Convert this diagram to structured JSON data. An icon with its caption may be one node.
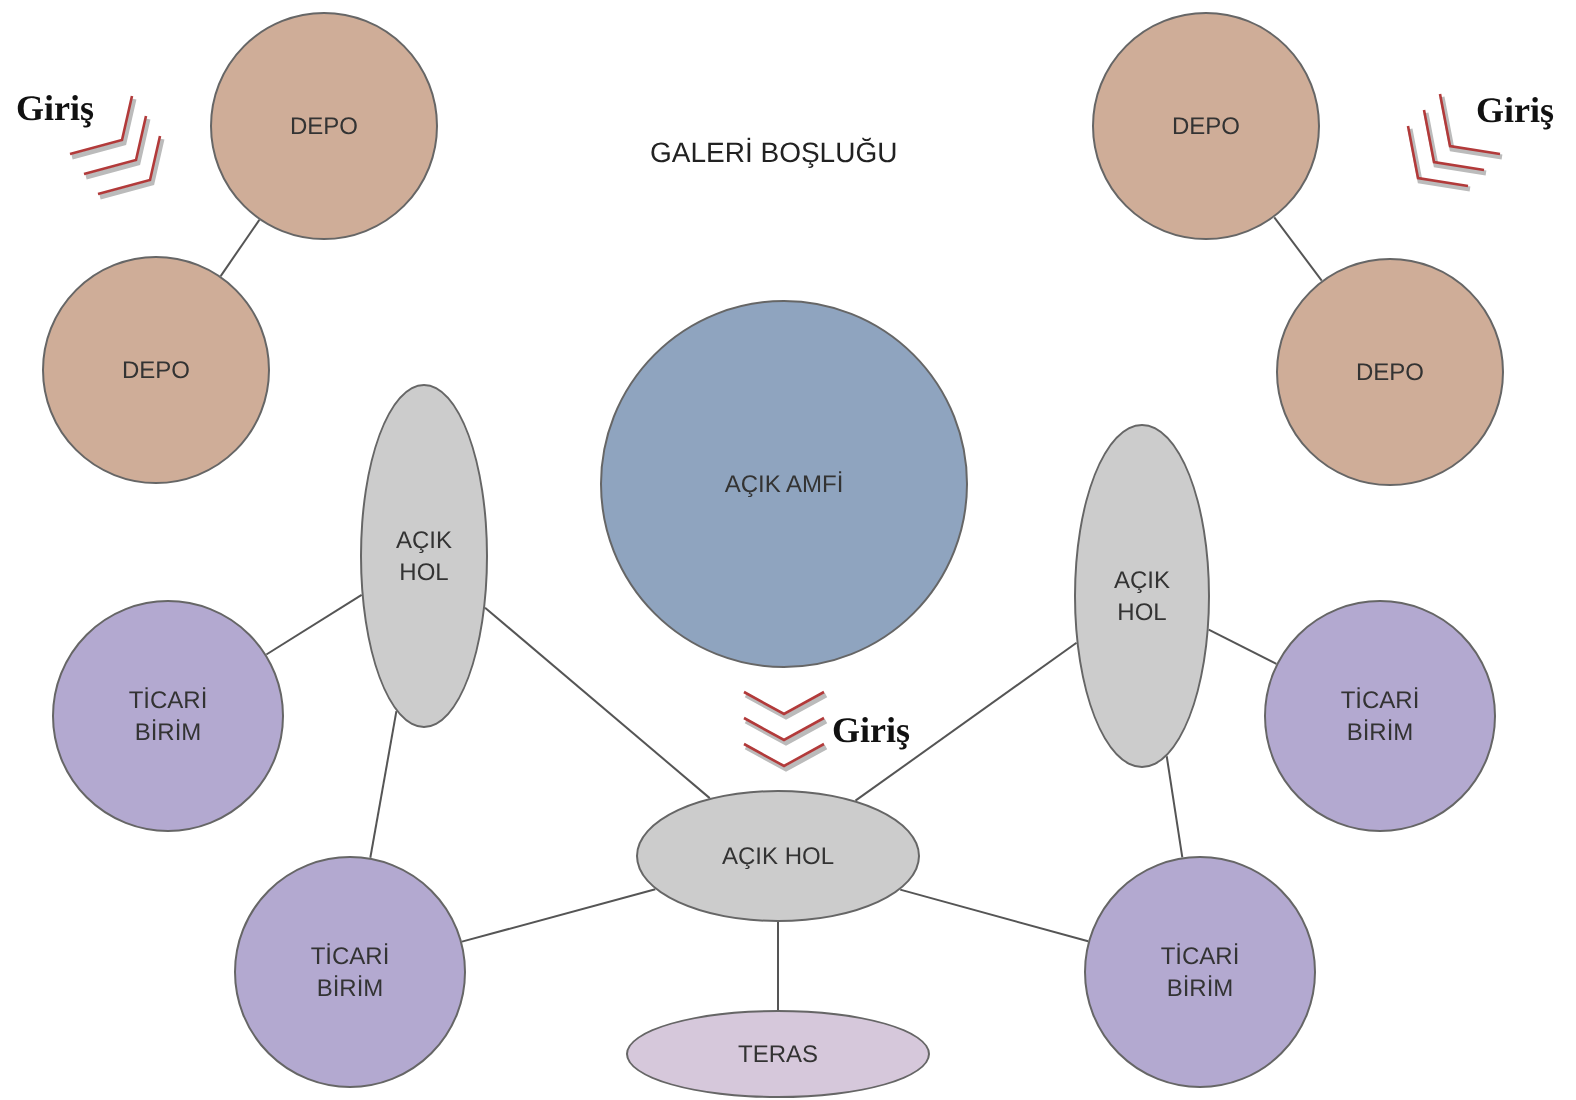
{
  "diagram": {
    "nodes": [
      {
        "text": [
          "DEPO"
        ]
      },
      {
        "text": [
          "DEPO"
        ]
      },
      {
        "text": [
          "DEPO"
        ]
      },
      {
        "text": [
          "DEPO"
        ]
      },
      {
        "text": [
          "AÇIK AMFİ"
        ]
      },
      {
        "text": [
          "AÇIK HOL"
        ]
      },
      {
        "text": [
          "AÇIK HOL"
        ]
      },
      {
        "text": [
          "TİCARİ BİRİM"
        ]
      },
      {
        "text": [
          "TİCARİ BİRİM"
        ]
      },
      {
        "text": [
          "AÇIK HOL"
        ]
      },
      {
        "text": [
          "TİCARİ BİRİM"
        ]
      },
      {
        "text": [
          "TİCARİ BİRİM"
        ]
      },
      {
        "text": [
          "TERAS"
        ]
      }
    ],
    "edges": [
      {
        "from": 0,
        "to": 2,
        "arrow": "none"
      },
      {
        "from": 1,
        "to": 3,
        "arrow": "none"
      },
      {
        "from": 7,
        "to": 5,
        "arrow": "none"
      },
      {
        "from": 5,
        "to": 10,
        "arrow": "none"
      },
      {
        "from": 5,
        "to": 9,
        "arrow": "none"
      },
      {
        "from": 6,
        "to": 8,
        "arrow": "none"
      },
      {
        "from": 6,
        "to": 9,
        "arrow": "none"
      },
      {
        "from": 6,
        "to": 11,
        "arrow": "none"
      },
      {
        "from": 9,
        "to": 10,
        "arrow": "none"
      },
      {
        "from": 9,
        "to": 11,
        "arrow": "none"
      },
      {
        "from": 9,
        "to": 12,
        "arrow": "none"
      }
    ],
    "labels": [
      "Giriş",
      "GALERİ BOŞLUĞU",
      "Giriş",
      "Giriş"
    ]
  }
}
